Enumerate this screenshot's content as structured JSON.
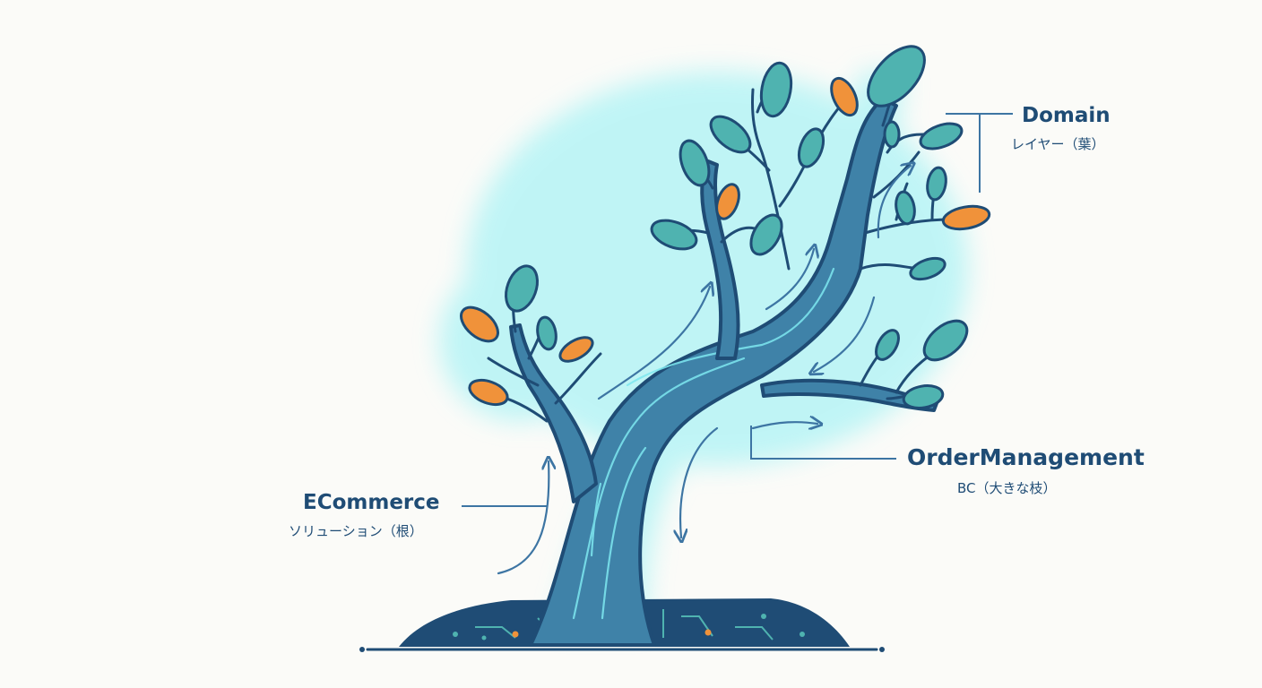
{
  "labels": {
    "domain": {
      "title": "Domain",
      "subtitle": "レイヤー（葉）"
    },
    "order_management": {
      "title": "OrderManagement",
      "subtitle": "BC（大きな枝）"
    },
    "ecommerce": {
      "title": "ECommerce",
      "subtitle": "ソリューション（根）"
    }
  },
  "colors": {
    "background": "#fbfbf8",
    "trunk": "#3f82a8",
    "outline": "#1f4c75",
    "glow": "#7ee8f0",
    "leaf_teal": "#4fb3b0",
    "leaf_orange": "#f0923a",
    "arrow": "#3d75a3",
    "ground": "#1f4c75",
    "label_text": "#1f4c75"
  }
}
